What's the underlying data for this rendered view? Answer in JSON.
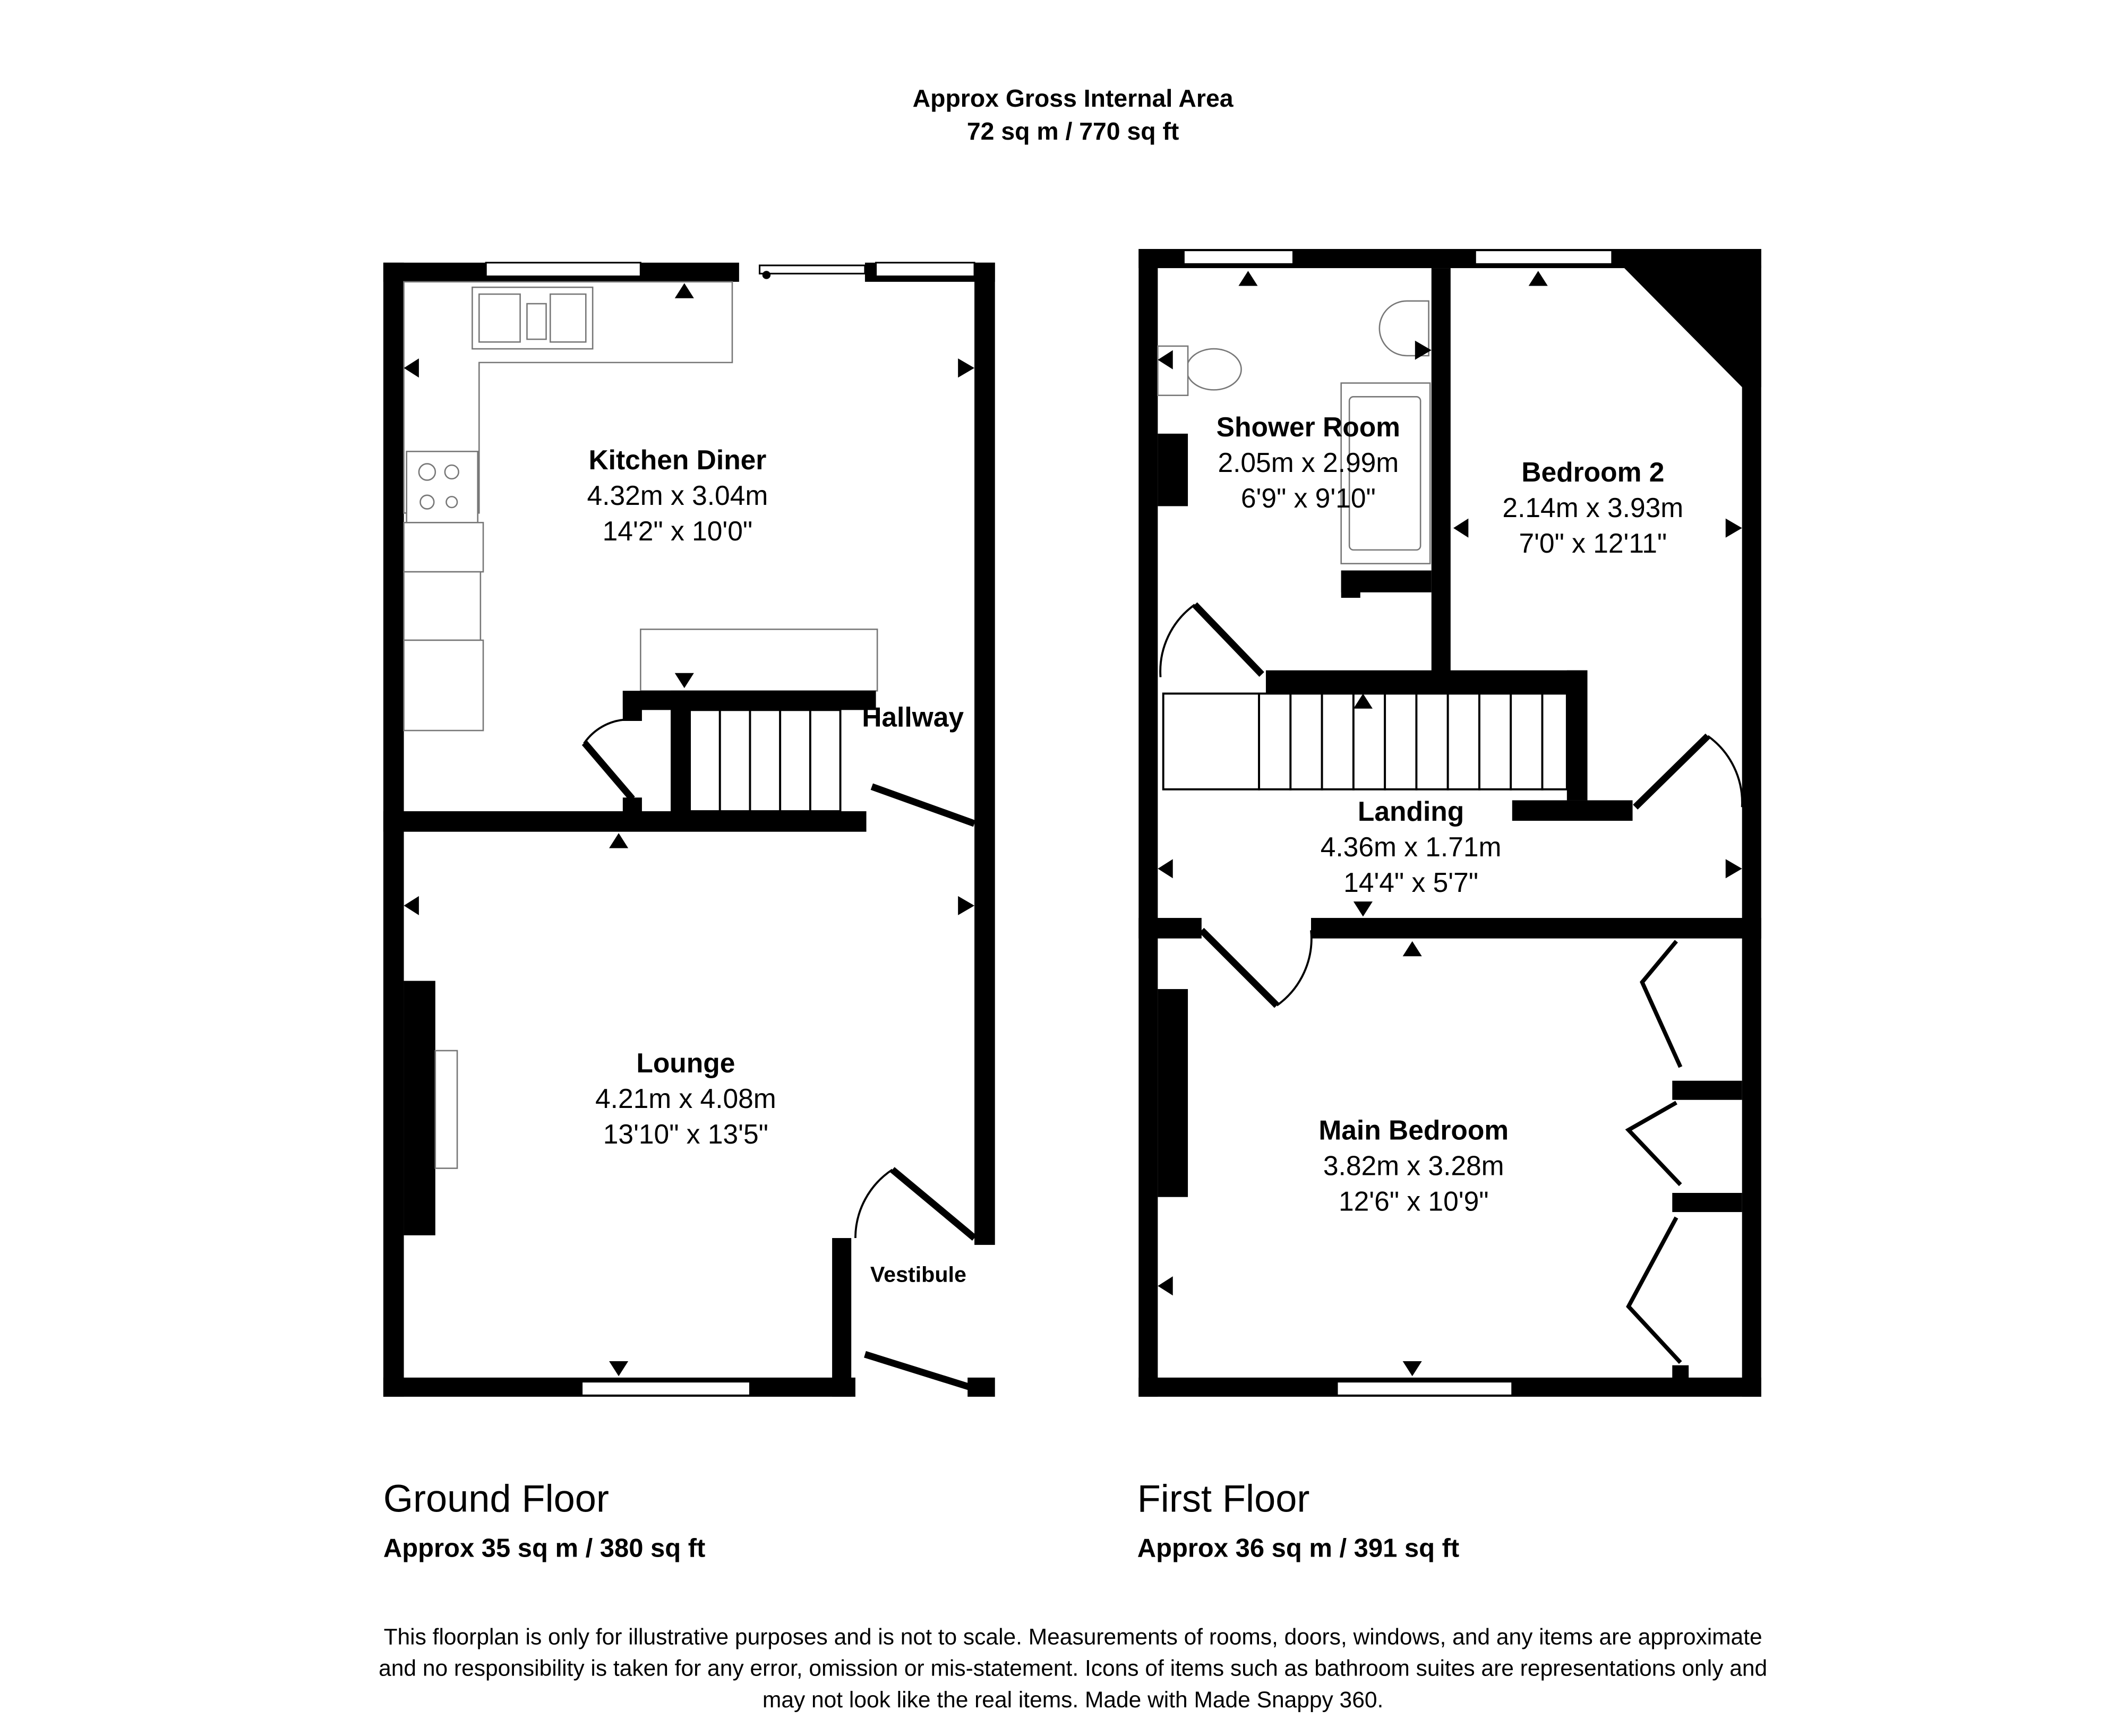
{
  "header": {
    "line1": "Approx Gross Internal Area",
    "line2": "72 sq m / 770 sq ft"
  },
  "ground_floor": {
    "label": "Ground Floor",
    "area": "Approx 35 sq m / 380 sq ft",
    "rooms": [
      {
        "name": "Kitchen Diner",
        "metric": "4.32m x 3.04m",
        "imperial": "14'2\" x 10'0\""
      },
      {
        "name": "Lounge",
        "metric": "4.21m x 4.08m",
        "imperial": "13'10\" x 13'5\""
      },
      {
        "name": "Hallway"
      },
      {
        "name": "Vestibule"
      }
    ]
  },
  "first_floor": {
    "label": "First Floor",
    "area": "Approx 36 sq m / 391 sq ft",
    "rooms": [
      {
        "name": "Shower Room",
        "metric": "2.05m x 2.99m",
        "imperial": "6'9\" x 9'10\""
      },
      {
        "name": "Bedroom 2",
        "metric": "2.14m x 3.93m",
        "imperial": "7'0\" x 12'11\""
      },
      {
        "name": "Landing",
        "metric": "4.36m x 1.71m",
        "imperial": "14'4\" x 5'7\""
      },
      {
        "name": "Main Bedroom",
        "metric": "3.82m x 3.28m",
        "imperial": "12'6\" x 10'9\""
      }
    ]
  },
  "footer": {
    "line1": "This floorplan is only for illustrative purposes and is not to scale. Measurements of rooms, doors, windows, and any items are approximate",
    "line2": "and no responsibility is taken for any error, omission or mis-statement. Icons of items such as bathroom suites are representations only and",
    "line3": "may not look like the real items. Made with Made Snappy 360."
  }
}
